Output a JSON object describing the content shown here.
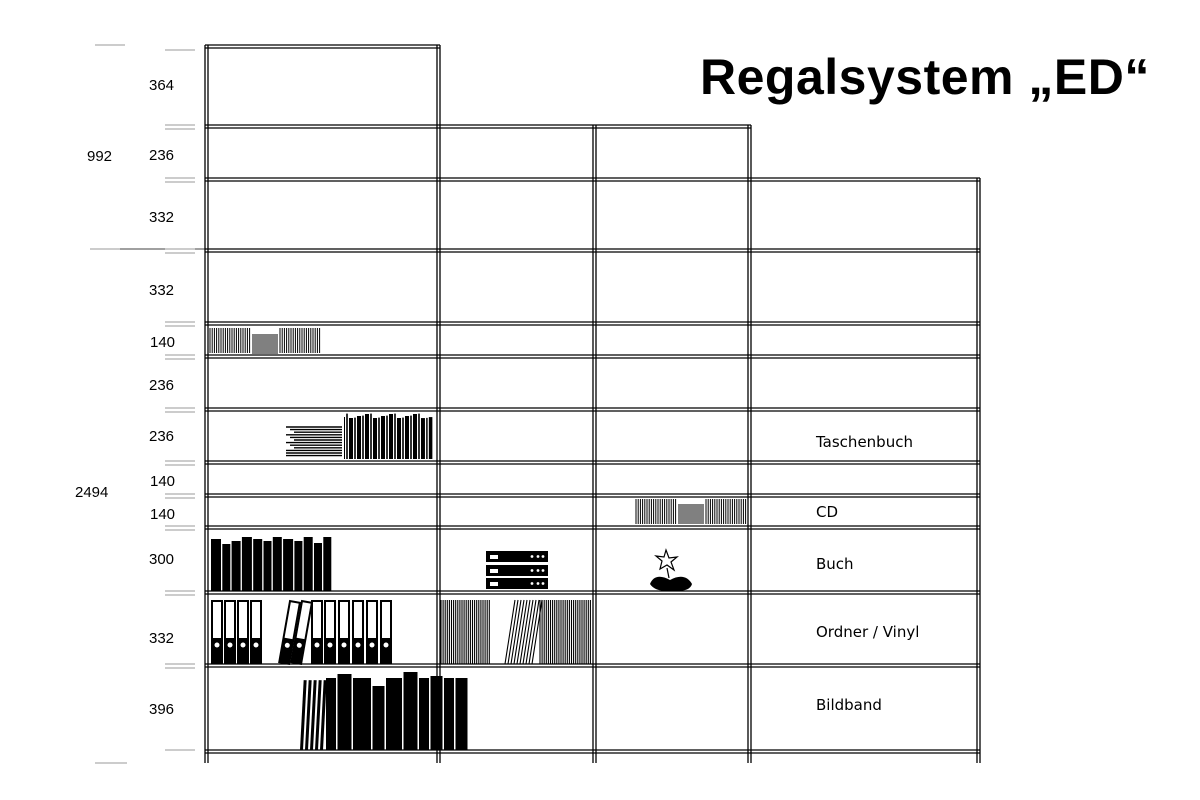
{
  "title": "Regalsystem „ED“",
  "dimensions": {
    "top_section_total": "992",
    "bottom_section_total": "2494",
    "top_section_heights": [
      "364",
      "236",
      "332"
    ],
    "bottom_section_heights": [
      "332",
      "140",
      "236",
      "236",
      "140",
      "140",
      "300",
      "332",
      "396"
    ]
  },
  "legend_labels": {
    "taschenbuch": "Taschenbuch",
    "cd": "CD",
    "buch": "Buch",
    "ordner_vinyl": "Ordner / Vinyl",
    "bildband": "Bildband"
  },
  "colors": {
    "line": "#000000",
    "background": "#ffffff"
  }
}
